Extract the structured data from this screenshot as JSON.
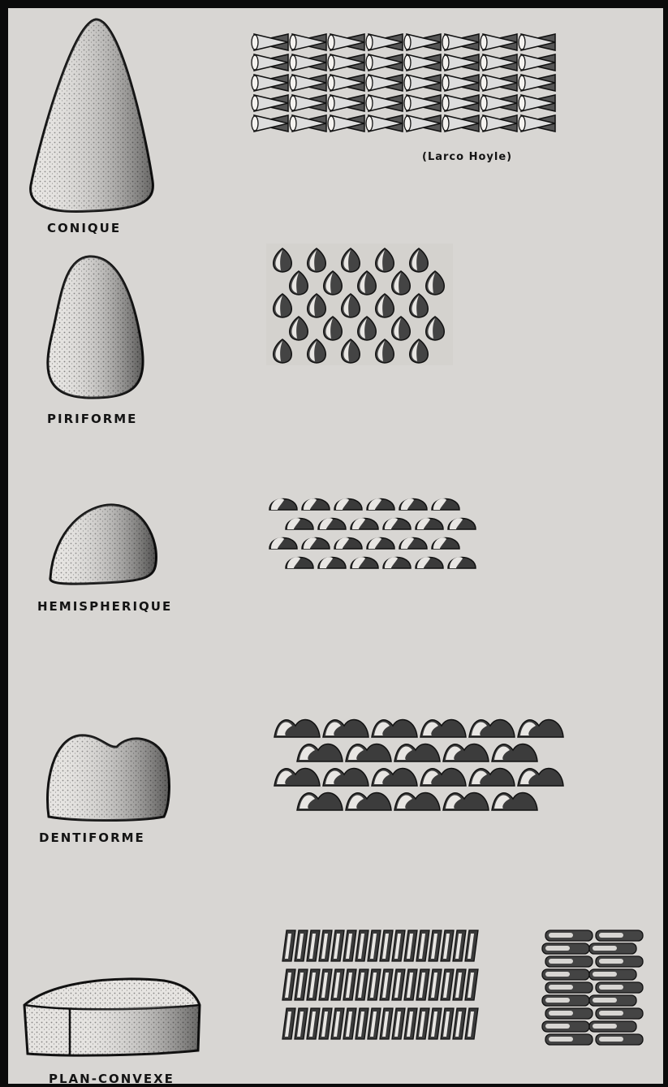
{
  "source_credit": "(Larco Hoyle)",
  "shapes": [
    {
      "id": "conique",
      "label": "CONIQUE",
      "pattern": "cones-interlocked"
    },
    {
      "id": "piriforme",
      "label": "PIRIFORME",
      "pattern": "drops"
    },
    {
      "id": "hemispherique",
      "label": "HEMISPHERIQUE",
      "pattern": "domes"
    },
    {
      "id": "dentiforme",
      "label": "DENTIFORME",
      "pattern": "teeth"
    },
    {
      "id": "plan-convexe",
      "label": "PLAN-CONVEXE",
      "pattern": "slabs"
    }
  ]
}
